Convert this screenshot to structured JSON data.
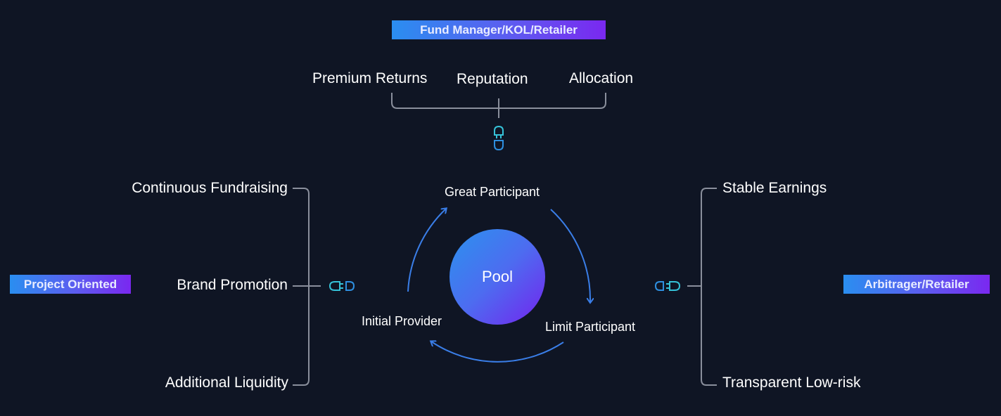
{
  "top_group": {
    "badge": "Fund Manager/KOL/Retailer",
    "items": [
      "Premium Returns",
      "Reputation",
      "Allocation"
    ]
  },
  "left_group": {
    "badge": "Project Oriented",
    "items": [
      "Continuous Fundraising",
      "Brand Promotion",
      "Additional Liquidity"
    ]
  },
  "right_group": {
    "badge": "Arbitrager/Retailer",
    "items": [
      "Stable Earnings",
      "Transparent Low-risk"
    ]
  },
  "cycle": {
    "center": "Pool",
    "roles": [
      "Great Participant",
      "Limit Participant",
      "Initial Provider"
    ]
  },
  "colors": {
    "background": "#0f1524",
    "gradient_start": "#2a8ef0",
    "gradient_end": "#7a28f0",
    "bracket": "#8a8f9c",
    "arrow": "#3a7ee8",
    "plug": "#35c2d8"
  }
}
